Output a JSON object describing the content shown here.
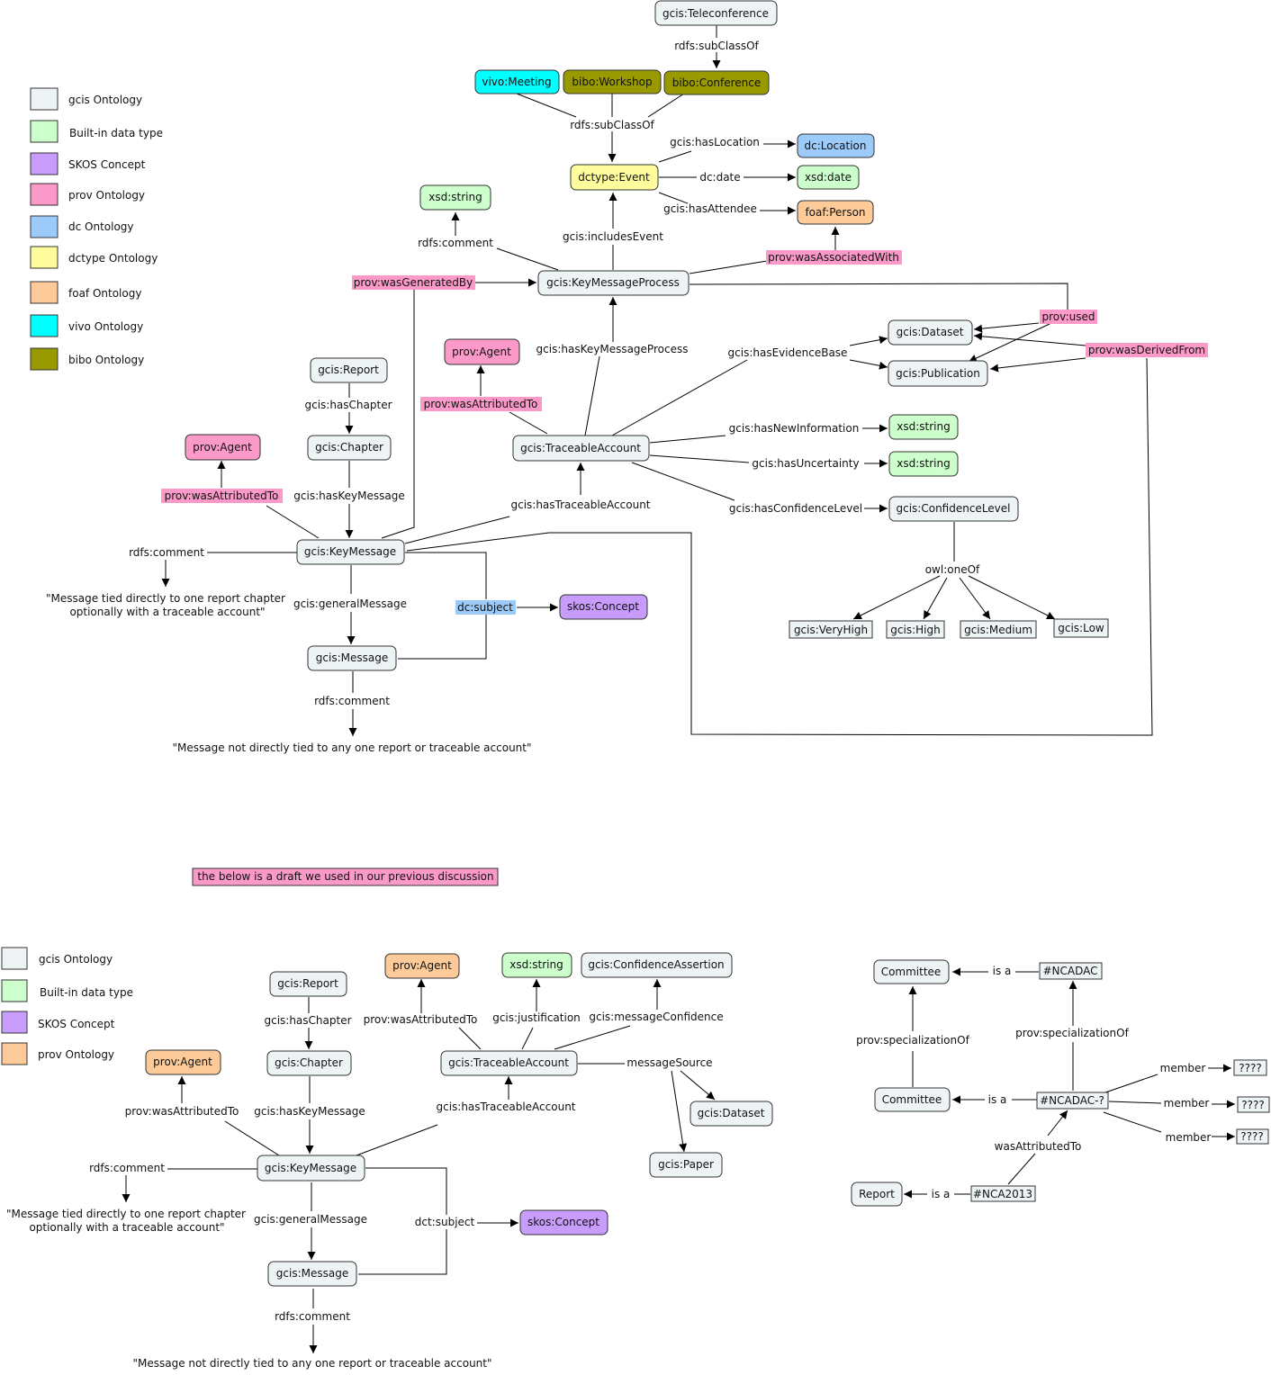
{
  "colors": {
    "gcis": "#eef4f5",
    "builtin": "#ccffcc",
    "skos": "#c89cfa",
    "prov": "#fb9ac8",
    "dc": "#9ccbf9",
    "dctype": "#fffc9e",
    "foaf": "#fccb99",
    "vivo": "#00ffff",
    "bibo": "#999900"
  },
  "legend_top": [
    {
      "label": "gcis Ontology",
      "color": "#eef4f5"
    },
    {
      "label": "Built-in data type",
      "color": "#ccffcc"
    },
    {
      "label": "SKOS Concept",
      "color": "#c89cfa"
    },
    {
      "label": "prov Ontology",
      "color": "#fb9ac8"
    },
    {
      "label": "dc Ontology",
      "color": "#9ccbf9"
    },
    {
      "label": "dctype Ontology",
      "color": "#fffc9e"
    },
    {
      "label": "foaf Ontology",
      "color": "#fccb99"
    },
    {
      "label": "vivo Ontology",
      "color": "#00ffff"
    },
    {
      "label": "bibo Ontology",
      "color": "#999900"
    }
  ],
  "legend_bottom": [
    {
      "label": "gcis Ontology",
      "color": "#eef4f5"
    },
    {
      "label": "Built-in data type",
      "color": "#ccffcc"
    },
    {
      "label": "SKOS Concept",
      "color": "#c89cfa"
    },
    {
      "label": "prov Ontology",
      "color": "#fccb99"
    }
  ],
  "nodes": {
    "teleconference": "gcis:Teleconference",
    "vivo_meeting": "vivo:Meeting",
    "bibo_workshop": "bibo:Workshop",
    "bibo_conference": "bibo:Conference",
    "dc_location": "dc:Location",
    "dctype_event": "dctype:Event",
    "xsd_date": "xsd:date",
    "foaf_person": "foaf:Person",
    "xsd_string_comment": "xsd:string",
    "key_message_process": "gcis:KeyMessageProcess",
    "dataset": "gcis:Dataset",
    "publication": "gcis:Publication",
    "prov_agent_ta": "prov:Agent",
    "report": "gcis:Report",
    "chapter": "gcis:Chapter",
    "prov_agent_km": "prov:Agent",
    "traceable_account": "gcis:TraceableAccount",
    "xsd_string_new": "xsd:string",
    "xsd_string_unc": "xsd:string",
    "confidence_level": "gcis:ConfidenceLevel",
    "key_message": "gcis:KeyMessage",
    "skos_concept": "skos:Concept",
    "message": "gcis:Message",
    "very_high": "gcis:VeryHigh",
    "high": "gcis:High",
    "medium": "gcis:Medium",
    "low": "gcis:Low",
    "b_report": "gcis:Report",
    "b_prov_agent_ta": "prov:Agent",
    "b_xsd_string": "xsd:string",
    "b_confidence_assertion": "gcis:ConfidenceAssertion",
    "b_chapter": "gcis:Chapter",
    "b_prov_agent_km": "prov:Agent",
    "b_traceable_account": "gcis:TraceableAccount",
    "b_dataset": "gcis:Dataset",
    "b_paper": "gcis:Paper",
    "b_key_message": "gcis:KeyMessage",
    "b_skos_concept": "skos:Concept",
    "b_message": "gcis:Message",
    "c_committee1": "Committee",
    "c_ncadac": "#NCADAC",
    "c_committee2": "Committee",
    "c_ncadac_q": "#NCADAC-?",
    "c_q1": "????",
    "c_q2": "????",
    "c_q3": "????",
    "c_report": "Report",
    "c_nca2013": "#NCA2013"
  },
  "edge_labels": {
    "tele_subclass": "rdfs:subClassOf",
    "event_subclass": "rdfs:subClassOf",
    "has_location": "gcis:hasLocation",
    "dc_date": "dc:date",
    "has_attendee": "gcis:hasAttendee",
    "kmp_comment": "rdfs:comment",
    "includes_event": "gcis:includesEvent",
    "was_associated_with": "prov:wasAssociatedWith",
    "was_generated_by": "prov:wasGeneratedBy",
    "prov_used": "prov:used",
    "was_derived_from": "prov:wasDerivedFrom",
    "has_key_message_process": "gcis:hasKeyMessageProcess",
    "has_evidence_base": "gcis:hasEvidenceBase",
    "has_chapter": "gcis:hasChapter",
    "ta_attributed": "prov:wasAttributedTo",
    "has_new_information": "gcis:hasNewInformation",
    "has_uncertainty": "gcis:hasUncertainty",
    "km_attributed": "prov:wasAttributedTo",
    "has_key_message": "gcis:hasKeyMessage",
    "has_traceable_account": "gcis:hasTraceableAccount",
    "has_confidence_level": "gcis:hasConfidenceLevel",
    "km_comment": "rdfs:comment",
    "general_message": "gcis:generalMessage",
    "dc_subject": "dc:subject",
    "one_of": "owl:oneOf",
    "msg_comment": "rdfs:comment",
    "b_has_chapter": "gcis:hasChapter",
    "b_ta_attributed": "prov:wasAttributedTo",
    "b_justification": "gcis:justification",
    "b_message_confidence": "gcis:messageConfidence",
    "b_message_source": "messageSource",
    "b_km_attributed": "prov:wasAttributedTo",
    "b_has_key_message": "gcis:hasKeyMessage",
    "b_has_traceable_account": "gcis:hasTraceableAccount",
    "b_km_comment": "rdfs:comment",
    "b_general_message": "gcis:generalMessage",
    "b_dct_subject": "dct:subject",
    "b_msg_comment": "rdfs:comment",
    "c_is_a_1": "is a",
    "c_spec_1": "prov:specializationOf",
    "c_spec_2": "prov:specializationOf",
    "c_member_1": "member",
    "c_member_2": "member",
    "c_member_3": "member",
    "c_is_a_2": "is a",
    "c_was_attributed_to": "wasAttributedTo",
    "c_is_a_3": "is a"
  },
  "texts": {
    "km_comment_line1": "\"Message tied directly to one report chapter",
    "km_comment_line2": "optionally with a traceable account\"",
    "msg_comment": "\"Message not directly tied to any one report or traceable account\"",
    "draft_note": "the below is a draft we used in our previous discussion",
    "b_km_comment_line1": "\"Message tied directly to one report chapter",
    "b_km_comment_line2": "optionally with a traceable account\"",
    "b_msg_comment": "\"Message not directly tied to any one report or traceable account\""
  }
}
